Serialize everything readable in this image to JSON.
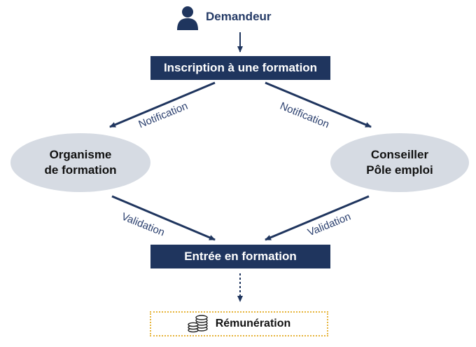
{
  "requester": {
    "label": "Demandeur",
    "icon": "user-icon"
  },
  "steps": {
    "inscription": "Inscription à une formation",
    "entree": "Entrée en formation"
  },
  "actors": {
    "organisme_line1": "Organisme",
    "organisme_line2": "de formation",
    "conseiller_line1": "Conseiller",
    "conseiller_line2": "Pôle emploi"
  },
  "arrows": {
    "notification_left": "Notification",
    "notification_right": "Notification",
    "validation_left": "Validation",
    "validation_right": "Validation"
  },
  "outcome": {
    "label": "Rémunération",
    "icon": "coins-icon"
  },
  "colors": {
    "navy": "#1f355e",
    "ellipse": "#d6dbe3",
    "dotted_border": "#e6b43a"
  }
}
